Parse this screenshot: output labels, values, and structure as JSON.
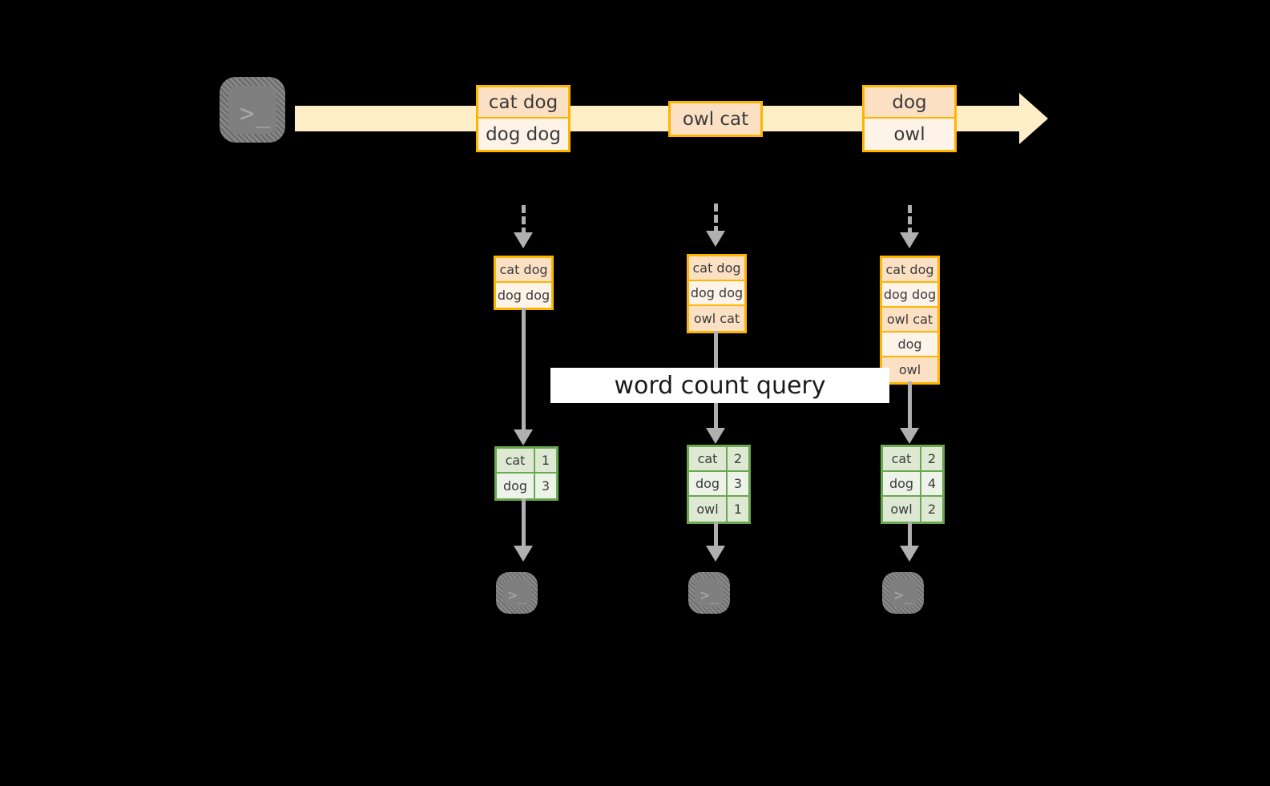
{
  "diagram": {
    "title_banner": "word count query",
    "colors": {
      "stream_band": "#fdeec8",
      "box_border_orange": "#ffb400",
      "box_fill_dark": "#fce0c4",
      "box_fill_light": "#fdf3e8",
      "table_border_green": "#6aa84f",
      "table_fill_dark": "#dde9d3",
      "table_fill_light": "#eef3ea",
      "connector_gray": "#b0b0b0",
      "terminal_gray": "#7f7f7f",
      "background": "#000000"
    },
    "source": {
      "icon": "terminal-icon",
      "prompt": ">_"
    },
    "stream_events": [
      {
        "lines": [
          "cat dog",
          "dog dog"
        ]
      },
      {
        "lines": [
          "owl cat"
        ]
      },
      {
        "lines": [
          "dog",
          "owl"
        ]
      }
    ],
    "snapshots": [
      {
        "lines": [
          "cat dog",
          "dog dog"
        ]
      },
      {
        "lines": [
          "cat dog",
          "dog dog",
          "owl cat"
        ]
      },
      {
        "lines": [
          "cat dog",
          "dog dog",
          "owl cat",
          "dog",
          "owl"
        ]
      }
    ],
    "results": [
      {
        "rows": [
          [
            "cat",
            "1"
          ],
          [
            "dog",
            "3"
          ]
        ]
      },
      {
        "rows": [
          [
            "cat",
            "2"
          ],
          [
            "dog",
            "3"
          ],
          [
            "owl",
            "1"
          ]
        ]
      },
      {
        "rows": [
          [
            "cat",
            "2"
          ],
          [
            "dog",
            "4"
          ],
          [
            "owl",
            "2"
          ]
        ]
      }
    ],
    "sinks": [
      {
        "icon": "terminal-icon",
        "prompt": ">_"
      },
      {
        "icon": "terminal-icon",
        "prompt": ">_"
      },
      {
        "icon": "terminal-icon",
        "prompt": ">_"
      }
    ]
  }
}
